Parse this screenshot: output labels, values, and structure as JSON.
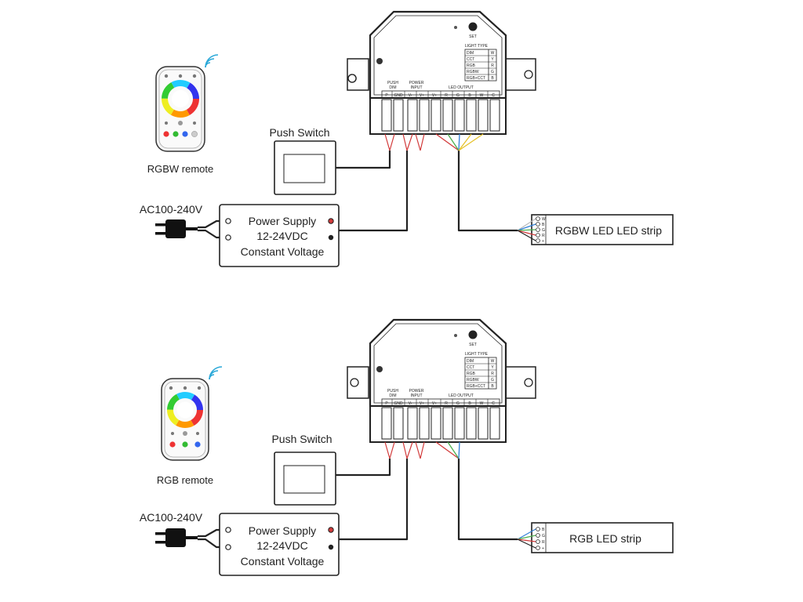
{
  "diagrams": [
    {
      "remote_label": "RGBW remote",
      "push_switch_label": "Push Switch",
      "ac_label": "AC100-240V",
      "psu_lines": [
        "Power Supply",
        "12-24VDC",
        "Constant Voltage"
      ],
      "strip_label": "RGBW LED LED strip",
      "strip_pins": [
        "W",
        "B",
        "G",
        "R",
        "+"
      ],
      "controller": {
        "set_label": "SET",
        "light_type_title": "LIGHT TYPE",
        "light_types": [
          {
            "name": "DIM",
            "code": "W"
          },
          {
            "name": "CCT",
            "code": "Y"
          },
          {
            "name": "RGB",
            "code": "R"
          },
          {
            "name": "RGBW",
            "code": "G"
          },
          {
            "name": "RGB+CCT",
            "code": "B"
          }
        ],
        "push_dim_line1": "PUSH",
        "push_dim_line2": "DIM",
        "power_input_line1": "POWER",
        "power_input_line2": "INPUT",
        "led_output_label": "LED OUTPUT",
        "terminals": [
          "P",
          "GND",
          "V-",
          "V+",
          "V+",
          "R",
          "G",
          "B",
          "W",
          "C"
        ]
      }
    },
    {
      "remote_label": "RGB remote",
      "push_switch_label": "Push Switch",
      "ac_label": "AC100-240V",
      "psu_lines": [
        "Power Supply",
        "12-24VDC",
        "Constant Voltage"
      ],
      "strip_label": "RGB LED strip",
      "strip_pins": [
        "B",
        "G",
        "R",
        "+"
      ],
      "controller": {
        "set_label": "SET",
        "light_type_title": "LIGHT TYPE",
        "light_types": [
          {
            "name": "DIM",
            "code": "W"
          },
          {
            "name": "CCT",
            "code": "Y"
          },
          {
            "name": "RGB",
            "code": "R"
          },
          {
            "name": "RGBW",
            "code": "G"
          },
          {
            "name": "RGB+CCT",
            "code": "B"
          }
        ],
        "push_dim_line1": "PUSH",
        "push_dim_line2": "DIM",
        "power_input_line1": "POWER",
        "power_input_line2": "INPUT",
        "led_output_label": "LED OUTPUT",
        "terminals": [
          "P",
          "GND",
          "V-",
          "V+",
          "V+",
          "R",
          "G",
          "B",
          "W",
          "C"
        ]
      }
    }
  ],
  "colors": {
    "wire": "#222222",
    "red": "#d23a3a",
    "green": "#4caf50",
    "blue": "#2f7fd6",
    "yellow": "#e6c229",
    "white_wire": "#bbbbbb"
  }
}
